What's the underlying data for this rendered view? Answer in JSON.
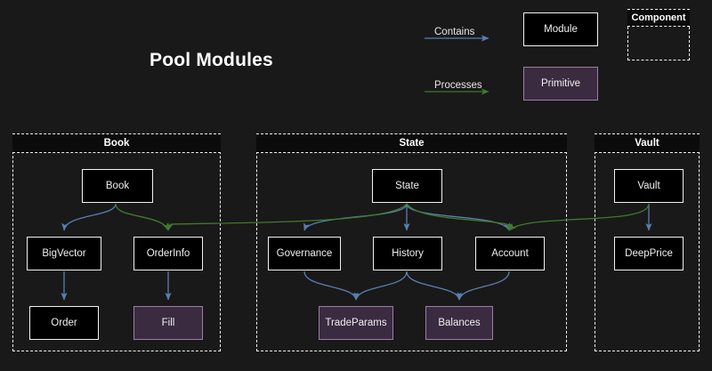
{
  "title": "Pool Modules",
  "theme": {
    "background": "#191919",
    "module_fill": "#000000",
    "module_border": "#f2f2f2",
    "primitive_fill": "#3b2b40",
    "primitive_border": "#9d7ca8",
    "cluster_border": "#f2f2f2",
    "cluster_header_fill": "#0b0b0b",
    "contains_edge_color": "#5a7fb0",
    "processes_edge_color": "#3f7a2e",
    "text": "#f0f0f0"
  },
  "legend": {
    "contains_label": "Contains",
    "processes_label": "Processes",
    "module_label": "Module",
    "primitive_label": "Primitive",
    "component_label": "Component"
  },
  "clusters": [
    {
      "id": "book",
      "label": "Book"
    },
    {
      "id": "state",
      "label": "State"
    },
    {
      "id": "vault",
      "label": "Vault"
    }
  ],
  "nodes": [
    {
      "id": "book",
      "label": "Book",
      "kind": "module",
      "cluster": "book"
    },
    {
      "id": "bigvector",
      "label": "BigVector",
      "kind": "module",
      "cluster": "book"
    },
    {
      "id": "orderinfo",
      "label": "OrderInfo",
      "kind": "module",
      "cluster": "book"
    },
    {
      "id": "order",
      "label": "Order",
      "kind": "module",
      "cluster": "book"
    },
    {
      "id": "fill",
      "label": "Fill",
      "kind": "primitive",
      "cluster": "book"
    },
    {
      "id": "state",
      "label": "State",
      "kind": "module",
      "cluster": "state"
    },
    {
      "id": "governance",
      "label": "Governance",
      "kind": "module",
      "cluster": "state"
    },
    {
      "id": "history",
      "label": "History",
      "kind": "module",
      "cluster": "state"
    },
    {
      "id": "account",
      "label": "Account",
      "kind": "module",
      "cluster": "state"
    },
    {
      "id": "tradeparams",
      "label": "TradeParams",
      "kind": "primitive",
      "cluster": "state"
    },
    {
      "id": "balances",
      "label": "Balances",
      "kind": "primitive",
      "cluster": "state"
    },
    {
      "id": "vault",
      "label": "Vault",
      "kind": "module",
      "cluster": "vault"
    },
    {
      "id": "deepprice",
      "label": "DeepPrice",
      "kind": "module",
      "cluster": "vault"
    }
  ],
  "edges": [
    {
      "from": "book",
      "to": "bigvector",
      "type": "contains"
    },
    {
      "from": "bigvector",
      "to": "order",
      "type": "contains"
    },
    {
      "from": "orderinfo",
      "to": "fill",
      "type": "contains"
    },
    {
      "from": "state",
      "to": "governance",
      "type": "contains"
    },
    {
      "from": "state",
      "to": "history",
      "type": "contains"
    },
    {
      "from": "state",
      "to": "account",
      "type": "contains"
    },
    {
      "from": "governance",
      "to": "tradeparams",
      "type": "contains"
    },
    {
      "from": "history",
      "to": "tradeparams",
      "type": "contains"
    },
    {
      "from": "history",
      "to": "balances",
      "type": "contains"
    },
    {
      "from": "account",
      "to": "balances",
      "type": "contains"
    },
    {
      "from": "vault",
      "to": "deepprice",
      "type": "contains"
    },
    {
      "from": "book",
      "to": "orderinfo",
      "type": "processes"
    },
    {
      "from": "state",
      "to": "orderinfo",
      "type": "processes"
    },
    {
      "from": "state",
      "to": "account",
      "type": "processes"
    },
    {
      "from": "vault",
      "to": "account",
      "type": "processes"
    }
  ]
}
